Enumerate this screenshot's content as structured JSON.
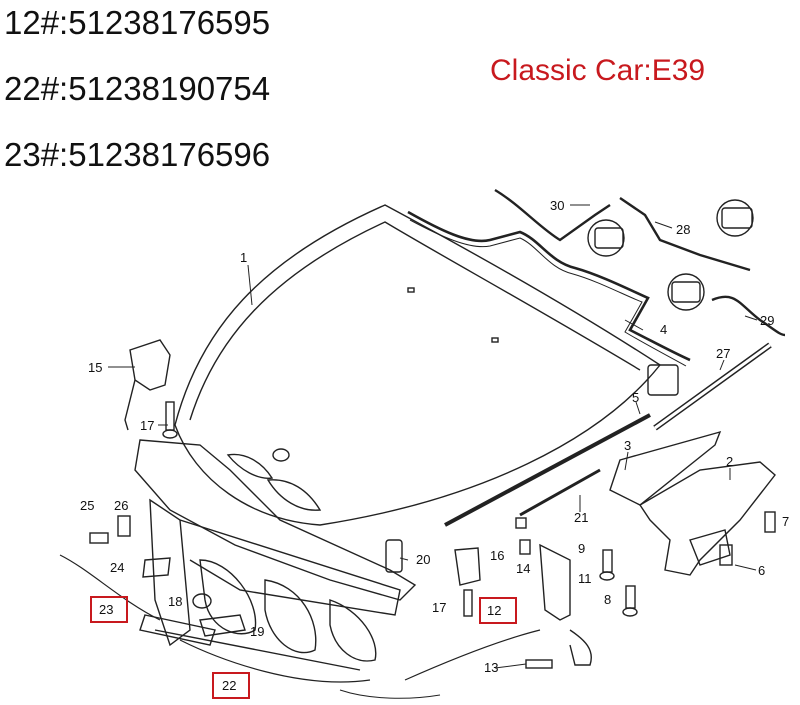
{
  "part_numbers": [
    {
      "text": "12#:51238176595"
    },
    {
      "text": "22#:51238190754"
    },
    {
      "text": "23#:51238176596"
    }
  ],
  "title": "Classic Car:E39",
  "accent_color": "#c8191e",
  "labels": [
    "1",
    "2",
    "3",
    "4",
    "5",
    "6",
    "7",
    "8",
    "9",
    "11",
    "12",
    "13",
    "14",
    "15",
    "16",
    "17",
    "17",
    "18",
    "19",
    "20",
    "21",
    "22",
    "23",
    "24",
    "25",
    "26",
    "27",
    "28",
    "29",
    "30"
  ],
  "highlighted_labels": [
    "12",
    "22",
    "23"
  ]
}
